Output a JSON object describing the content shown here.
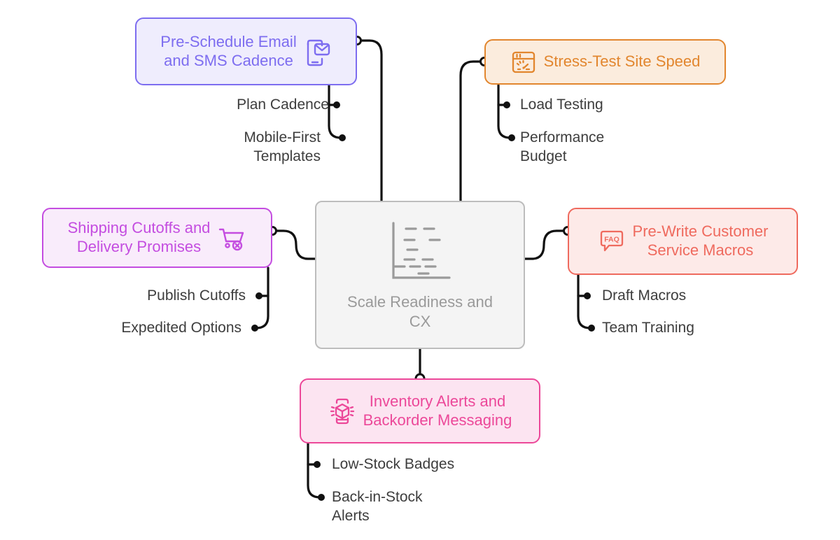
{
  "diagram": {
    "type": "mindmap",
    "center": {
      "title": "Scale Readiness and\nCX",
      "icon": "chart-dashes-icon",
      "fill": "#f4f4f4",
      "border": "#bdbdbd",
      "text_color": "#9a9a9a"
    },
    "branches": [
      {
        "id": "email-sms",
        "label": "Pre-Schedule Email\nand SMS Cadence",
        "icon": "mobile-email-icon",
        "fill": "#efedfd",
        "border": "#7d6df0",
        "text_color": "#7d6df0",
        "children": [
          "Plan Cadence",
          "Mobile-First\nTemplates"
        ]
      },
      {
        "id": "site-speed",
        "label": "Stress-Test Site Speed",
        "icon": "browser-speedometer-icon",
        "fill": "#fbecdd",
        "border": "#e2862e",
        "text_color": "#e2862e",
        "children": [
          "Load Testing",
          "Performance\nBudget"
        ]
      },
      {
        "id": "shipping-cutoffs",
        "label": "Shipping Cutoffs and\nDelivery Promises",
        "icon": "cart-remove-icon",
        "fill": "#f9ecfb",
        "border": "#c44de0",
        "text_color": "#c44de0",
        "children": [
          "Publish Cutoffs",
          "Expedited Options"
        ]
      },
      {
        "id": "cs-macros",
        "label": "Pre-Write Customer\nService Macros",
        "icon": "faq-bubble-icon",
        "fill": "#fdeae8",
        "border": "#ef6a5e",
        "text_color": "#ef6a5e",
        "children": [
          "Draft Macros",
          "Team Training"
        ]
      },
      {
        "id": "inventory-alerts",
        "label": "Inventory Alerts and\nBackorder Messaging",
        "icon": "package-alert-icon",
        "fill": "#fce4f1",
        "border": "#ec4899",
        "text_color": "#ec4899",
        "children": [
          "Low-Stock Badges",
          "Back-in-Stock\nAlerts"
        ]
      }
    ],
    "sub_text_color": "#3d3d3d",
    "connector_color": "#111111"
  }
}
